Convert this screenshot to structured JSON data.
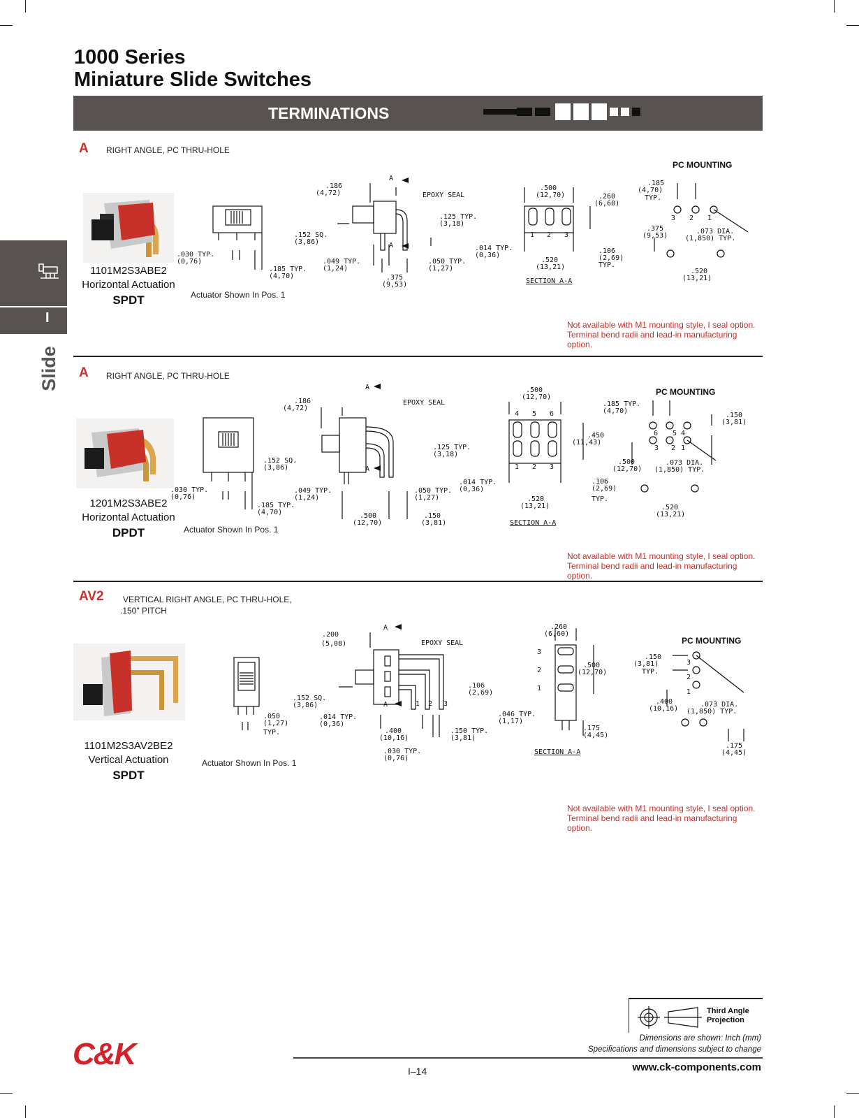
{
  "header": {
    "title_line1": "1000 Series",
    "title_line2": "Miniature Slide Switches",
    "banner_title": "TERMINATIONS"
  },
  "side_tab": {
    "letter": "I",
    "word": "Slide"
  },
  "sections": [
    {
      "code": "A",
      "desc": "RIGHT ANGLE, PC THRU-HOLE",
      "part_number": "1101M2S3ABE2",
      "actuation": "Horizontal Actuation",
      "pole": "SPDT",
      "actuator_note": "Actuator Shown In Pos. 1",
      "pc_mounting": "PC MOUNTING",
      "section_label": "SECTION A-A",
      "note_line1": "Not available with M1 mounting style, I seal option.",
      "note_line2": "Terminal bend radii and lead-in manufacturing option.",
      "dims": {
        "a1": ".186",
        "a1m": "(4,72)",
        "a2": "EPOXY SEAL",
        "a3": ".125 TYP.",
        "a3m": "(3,18)",
        "a4": ".152 SQ.",
        "a4m": "(3,86)",
        "a5": ".030 TYP.",
        "a5m": "(0,76)",
        "a6": ".185 TYP.",
        "a6m": "(4,70)",
        "a7": ".049 TYP.",
        "a7m": "(1,24)",
        "a8": ".050 TYP.",
        "a8m": "(1,27)",
        "a9": ".375",
        "a9m": "(9,53)",
        "s1": ".500",
        "s1m": "(12,70)",
        "s2": ".260",
        "s2m": "(6,60)",
        "s3": ".014 TYP.",
        "s3m": "(0,36)",
        "s4": ".520",
        "s4m": "(13,21)",
        "s5": ".106",
        "s5m": "(2,69)",
        "s5t": "TYP.",
        "p1": ".185",
        "p1m": "(4,70)",
        "p1t": "TYP.",
        "p2": ".375",
        "p2m": "(9,53)",
        "p3": ".073 DIA.",
        "p3m": "(1,850) TYP.",
        "p4": ".520",
        "p4m": "(13,21)",
        "pins": [
          "1",
          "2",
          "3"
        ],
        "pcpins": [
          "3",
          "2",
          "1"
        ]
      }
    },
    {
      "code": "A",
      "desc": "RIGHT ANGLE, PC THRU-HOLE",
      "part_number": "1201M2S3ABE2",
      "actuation": "Horizontal Actuation",
      "pole": "DPDT",
      "actuator_note": "Actuator Shown In Pos. 1",
      "pc_mounting": "PC MOUNTING",
      "section_label": "SECTION A-A",
      "note_line1": "Not available with M1 mounting style, I seal option.",
      "note_line2": "Terminal bend radii and lead-in manufacturing option.",
      "dims": {
        "a1": ".186",
        "a1m": "(4,72)",
        "a2": "EPOXY SEAL",
        "a3": ".125 TYP.",
        "a3m": "(3,18)",
        "a4": ".152 SQ.",
        "a4m": "(3,86)",
        "a5": ".030 TYP.",
        "a5m": "(0,76)",
        "a6": ".185 TYP.",
        "a6m": "(4,70)",
        "a7": ".049 TYP.",
        "a7m": "(1,24)",
        "a8": ".050 TYP.",
        "a8m": "(1,27)",
        "a9": ".500",
        "a9m": "(12,70)",
        "a10": ".150",
        "a10m": "(3,81)",
        "s1": ".500",
        "s1m": "(12,70)",
        "s2": ".450",
        "s2m": "(11,43)",
        "s3": ".014 TYP.",
        "s3m": "(0,36)",
        "s4": ".520",
        "s4m": "(13,21)",
        "s5": ".106",
        "s5m": "(2,69)",
        "s5t": "TYP.",
        "p1": ".185 TYP.",
        "p1m": "(4,70)",
        "p2": ".500",
        "p2m": "(12,70)",
        "p3": ".073 DIA.",
        "p3m": "(1,850) TYP.",
        "p4": ".520",
        "p4m": "(13,21)",
        "p5": ".150",
        "p5m": "(3,81)",
        "pins_top": [
          "4",
          "5",
          "6"
        ],
        "pins": [
          "1",
          "2",
          "3"
        ],
        "pcpins_top": [
          "6",
          "5",
          "4"
        ],
        "pcpins": [
          "3",
          "2",
          "1"
        ]
      }
    },
    {
      "code": "AV2",
      "desc": "VERTICAL RIGHT ANGLE, PC THRU-HOLE,",
      "desc2": ".150\" PITCH",
      "part_number": "1101M2S3AV2BE2",
      "actuation": "Vertical Actuation",
      "pole": "SPDT",
      "actuator_note": "Actuator Shown In Pos. 1",
      "pc_mounting": "PC MOUNTING",
      "section_label": "SECTION A-A",
      "note_line1": "Not available with M1 mounting style, I seal option.",
      "note_line2": "Terminal bend radii and lead-in manufacturing option.",
      "dims": {
        "a1": ".200",
        "a1m": "(5,08)",
        "a2": "EPOXY SEAL",
        "a3": ".106",
        "a3m": "(2,69)",
        "a4": ".152 SQ.",
        "a4m": "(3,86)",
        "a5": ".050",
        "a5m": "(1,27)",
        "a5t": "TYP.",
        "a6": ".014 TYP.",
        "a6m": "(0,36)",
        "a7": ".400",
        "a7m": "(10,16)",
        "a8": ".150 TYP.",
        "a8m": "(3,81)",
        "a9": ".030 TYP.",
        "a9m": "(0,76)",
        "s1": ".260",
        "s1m": "(6,60)",
        "s2": ".500",
        "s2m": "(12,70)",
        "s3": ".046 TYP.",
        "s3m": "(1,17)",
        "s4": ".175",
        "s4m": "(4,45)",
        "p1": ".150",
        "p1m": "(3,81)",
        "p1t": "TYP.",
        "p2": ".400",
        "p2m": "(10,16)",
        "p3": ".073 DIA.",
        "p3m": "(1,850) TYP.",
        "p4": ".175",
        "p4m": "(4,45)",
        "pins": [
          "3",
          "2",
          "1"
        ],
        "pcpins": [
          "3",
          "2",
          "1"
        ]
      }
    }
  ],
  "footer": {
    "projection": "Third Angle Projection",
    "projection_l1": "Third Angle",
    "projection_l2": "Projection",
    "dims_units": "Dimensions are shown: Inch (mm)",
    "spec_note": "Specifications and dimensions subject to change",
    "logo": "C&K",
    "page": "I–14",
    "url": "www.ck-components.com"
  },
  "colors": {
    "accent": "#c8302a",
    "banner": "#585351",
    "logo": "#d2232a"
  }
}
